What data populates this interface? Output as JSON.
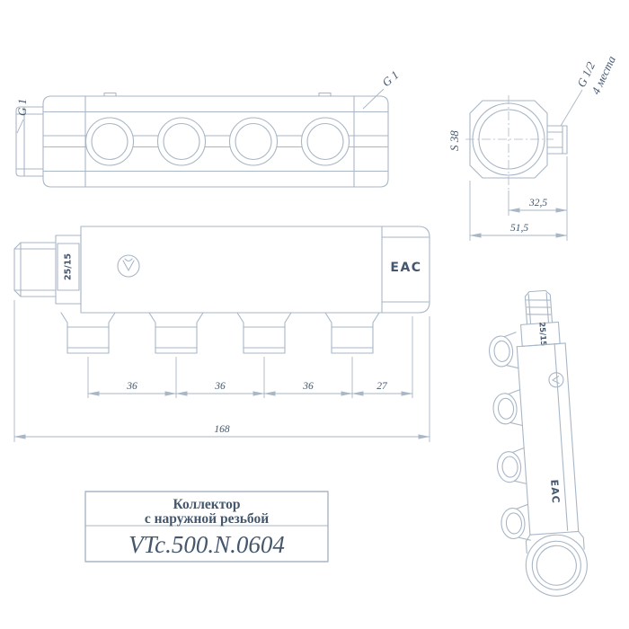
{
  "colors": {
    "line": "#a8b6c6",
    "text": "#44576d",
    "bg": "#ffffff"
  },
  "top_view": {
    "thread_left_label": "G 1",
    "thread_right_label": "G 1"
  },
  "end_view": {
    "outlet_label": "G 1/2",
    "places_label": "4 места",
    "wrench_label": "S 38",
    "dim_center_to_outlet": "32,5",
    "dim_overall": "51,5"
  },
  "front_view": {
    "tag_label": "25/15",
    "cert_label": "EAC",
    "dims": [
      "36",
      "36",
      "36",
      "27"
    ],
    "dim_total": "168"
  },
  "iso_view": {
    "tag_label": "25/15",
    "cert_label": "EAC"
  },
  "title_block": {
    "title_line1": "Коллектор",
    "title_line2": "с наружной резьбой",
    "model": "VTc.500.N.0604"
  }
}
